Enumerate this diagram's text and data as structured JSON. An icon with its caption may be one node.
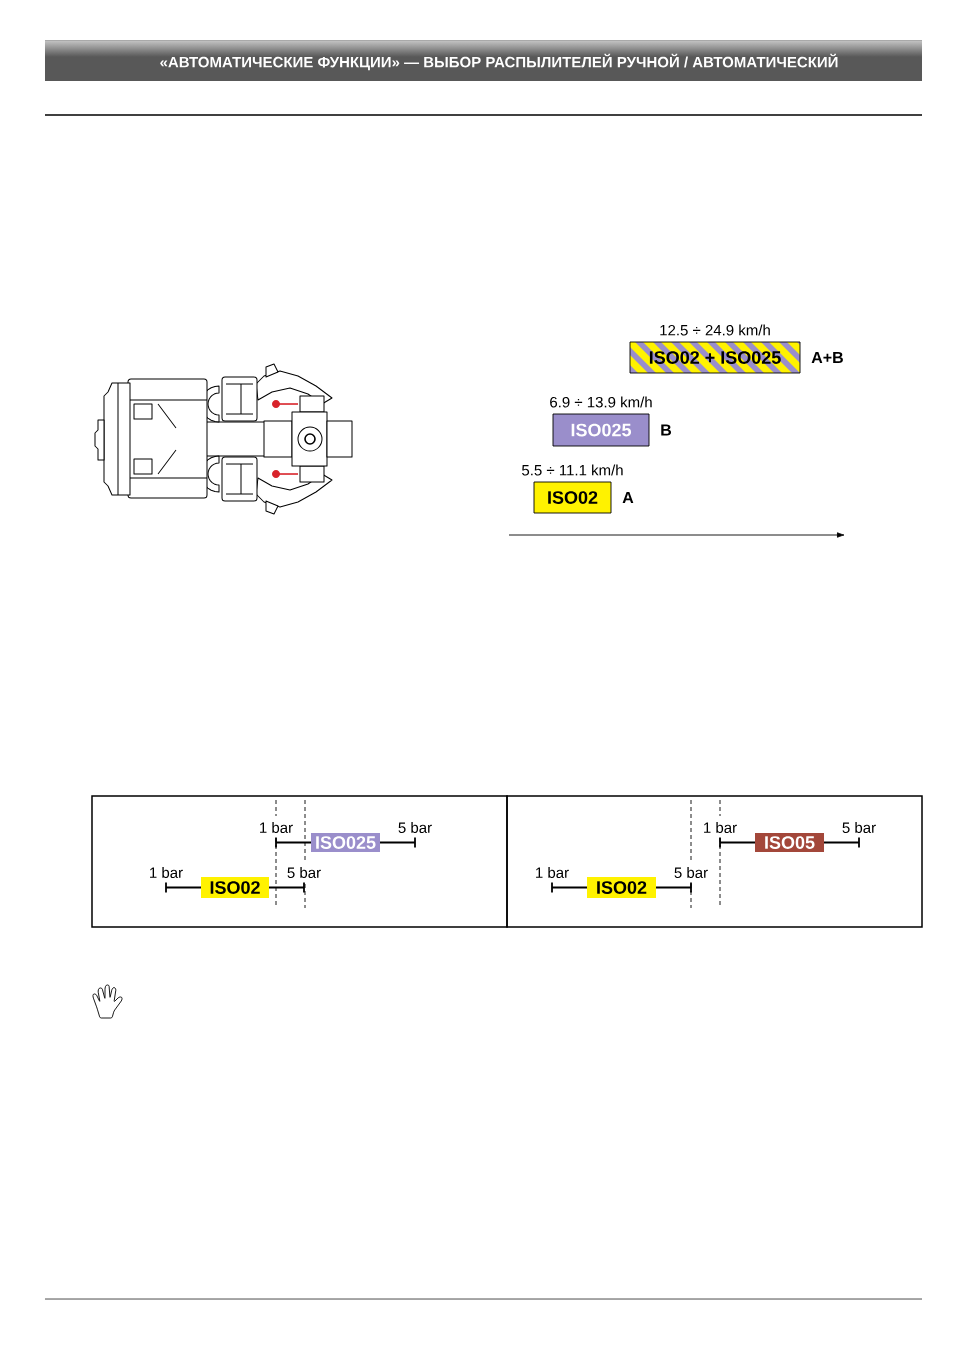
{
  "diagram": {
    "title": "«АВТОМАТИЧЕСКИЕ ФУНКЦИИ» — ВЫБОР РАСПЫЛИТЕЛЕЙ РУЧНОЙ / АВТОМАТИЧЕСКИЙ",
    "nodes": [
      {
        "text": [
          "ISO02 + ISO025"
        ],
        "beside": [
          "12.5 ÷ 24.9 km/h",
          "A+B"
        ]
      },
      {
        "text": [
          "ISO025"
        ],
        "beside": [
          "6.9 ÷ 13.9 km/h",
          "B"
        ]
      },
      {
        "text": [
          "ISO02"
        ],
        "beside": [
          "5.5 ÷ 11.1 km/h",
          "A"
        ]
      },
      {
        "text": [],
        "shape": "box"
      },
      {
        "text": [
          "ISO025"
        ],
        "in": 3,
        "beside": [
          "1 bar",
          "5 bar"
        ]
      },
      {
        "text": [
          "ISO02"
        ],
        "in": 3,
        "beside": [
          "1 bar",
          "5 bar"
        ]
      },
      {
        "text": [],
        "shape": "box"
      },
      {
        "text": [
          "ISO05"
        ],
        "in": 6,
        "beside": [
          "1 bar",
          "5 bar"
        ]
      },
      {
        "text": [
          "ISO02"
        ],
        "in": 6,
        "beside": [
          "1 bar",
          "5 bar"
        ]
      }
    ]
  }
}
